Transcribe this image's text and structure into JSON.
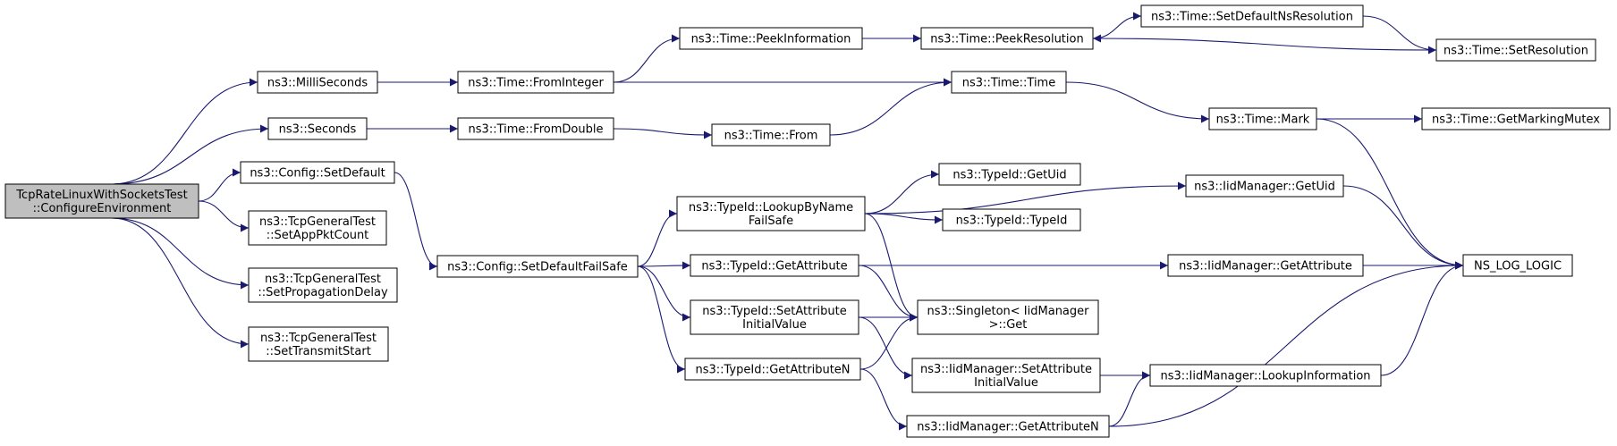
{
  "graph": {
    "edge_color": "#191970",
    "root_fill": "#bfbfbf",
    "nodes": [
      {
        "id": "root",
        "lines": [
          "TcpRateLinuxWithSocketsTest",
          "::ConfigureEnvironment"
        ],
        "root": true
      },
      {
        "id": "ms",
        "lines": [
          "ns3::MilliSeconds"
        ]
      },
      {
        "id": "sec",
        "lines": [
          "ns3::Seconds"
        ]
      },
      {
        "id": "cfgdef",
        "lines": [
          "ns3::Config::SetDefault"
        ]
      },
      {
        "id": "apc",
        "lines": [
          "ns3::TcpGeneralTest",
          "::SetAppPktCount"
        ]
      },
      {
        "id": "spd",
        "lines": [
          "ns3::TcpGeneralTest",
          "::SetPropagationDelay"
        ]
      },
      {
        "id": "sts",
        "lines": [
          "ns3::TcpGeneralTest",
          "::SetTransmitStart"
        ]
      },
      {
        "id": "fromint",
        "lines": [
          "ns3::Time::FromInteger"
        ]
      },
      {
        "id": "fromdbl",
        "lines": [
          "ns3::Time::FromDouble"
        ]
      },
      {
        "id": "cfgdfs",
        "lines": [
          "ns3::Config::SetDefaultFailSafe"
        ]
      },
      {
        "id": "peekinfo",
        "lines": [
          "ns3::Time::PeekInformation"
        ]
      },
      {
        "id": "from",
        "lines": [
          "ns3::Time::From"
        ]
      },
      {
        "id": "lbn",
        "lines": [
          "ns3::TypeId::LookupByName",
          "FailSafe"
        ]
      },
      {
        "id": "tga",
        "lines": [
          "ns3::TypeId::GetAttribute"
        ]
      },
      {
        "id": "tsaiv",
        "lines": [
          "ns3::TypeId::SetAttribute",
          "InitialValue"
        ]
      },
      {
        "id": "tgan",
        "lines": [
          "ns3::TypeId::GetAttributeN"
        ]
      },
      {
        "id": "peekres",
        "lines": [
          "ns3::Time::PeekResolution"
        ]
      },
      {
        "id": "time",
        "lines": [
          "ns3::Time::Time"
        ]
      },
      {
        "id": "tgetuid",
        "lines": [
          "ns3::TypeId::GetUid"
        ]
      },
      {
        "id": "ttypeid",
        "lines": [
          "ns3::TypeId::TypeId"
        ]
      },
      {
        "id": "singleton",
        "lines": [
          "ns3::Singleton< IidManager",
          ">::Get"
        ]
      },
      {
        "id": "isaiv",
        "lines": [
          "ns3::IidManager::SetAttribute",
          "InitialValue"
        ]
      },
      {
        "id": "igan",
        "lines": [
          "ns3::IidManager::GetAttributeN"
        ]
      },
      {
        "id": "sdnr",
        "lines": [
          "ns3::Time::SetDefaultNsResolution"
        ]
      },
      {
        "id": "mark",
        "lines": [
          "ns3::Time::Mark"
        ]
      },
      {
        "id": "igetuid",
        "lines": [
          "ns3::IidManager::GetUid"
        ]
      },
      {
        "id": "iga",
        "lines": [
          "ns3::IidManager::GetAttribute"
        ]
      },
      {
        "id": "ili",
        "lines": [
          "ns3::IidManager::LookupInformation"
        ]
      },
      {
        "id": "setres",
        "lines": [
          "ns3::Time::SetResolution"
        ]
      },
      {
        "id": "gmm",
        "lines": [
          "ns3::Time::GetMarkingMutex"
        ]
      },
      {
        "id": "nslog",
        "lines": [
          "NS_LOG_LOGIC"
        ]
      }
    ],
    "edges": [
      [
        "root",
        "ms"
      ],
      [
        "root",
        "sec"
      ],
      [
        "root",
        "cfgdef"
      ],
      [
        "root",
        "apc"
      ],
      [
        "root",
        "spd"
      ],
      [
        "root",
        "sts"
      ],
      [
        "ms",
        "fromint"
      ],
      [
        "sec",
        "fromdbl"
      ],
      [
        "cfgdef",
        "cfgdfs"
      ],
      [
        "fromint",
        "peekinfo"
      ],
      [
        "fromint",
        "time"
      ],
      [
        "fromdbl",
        "from"
      ],
      [
        "from",
        "time"
      ],
      [
        "peekinfo",
        "peekres"
      ],
      [
        "peekres",
        "sdnr"
      ],
      [
        "sdnr",
        "setres"
      ],
      [
        "setres",
        "peekres"
      ],
      [
        "time",
        "mark"
      ],
      [
        "mark",
        "gmm"
      ],
      [
        "mark",
        "nslog"
      ],
      [
        "cfgdfs",
        "lbn"
      ],
      [
        "cfgdfs",
        "tga"
      ],
      [
        "cfgdfs",
        "tsaiv"
      ],
      [
        "cfgdfs",
        "tgan"
      ],
      [
        "lbn",
        "igetuid"
      ],
      [
        "lbn",
        "tgetuid"
      ],
      [
        "lbn",
        "ttypeid"
      ],
      [
        "lbn",
        "singleton"
      ],
      [
        "tga",
        "iga"
      ],
      [
        "tga",
        "singleton"
      ],
      [
        "tsaiv",
        "singleton"
      ],
      [
        "tsaiv",
        "isaiv"
      ],
      [
        "tgan",
        "singleton"
      ],
      [
        "tgan",
        "igan"
      ],
      [
        "igetuid",
        "nslog"
      ],
      [
        "iga",
        "nslog"
      ],
      [
        "isaiv",
        "ili"
      ],
      [
        "igan",
        "ili"
      ],
      [
        "igan",
        "nslog"
      ],
      [
        "ili",
        "nslog"
      ]
    ]
  }
}
